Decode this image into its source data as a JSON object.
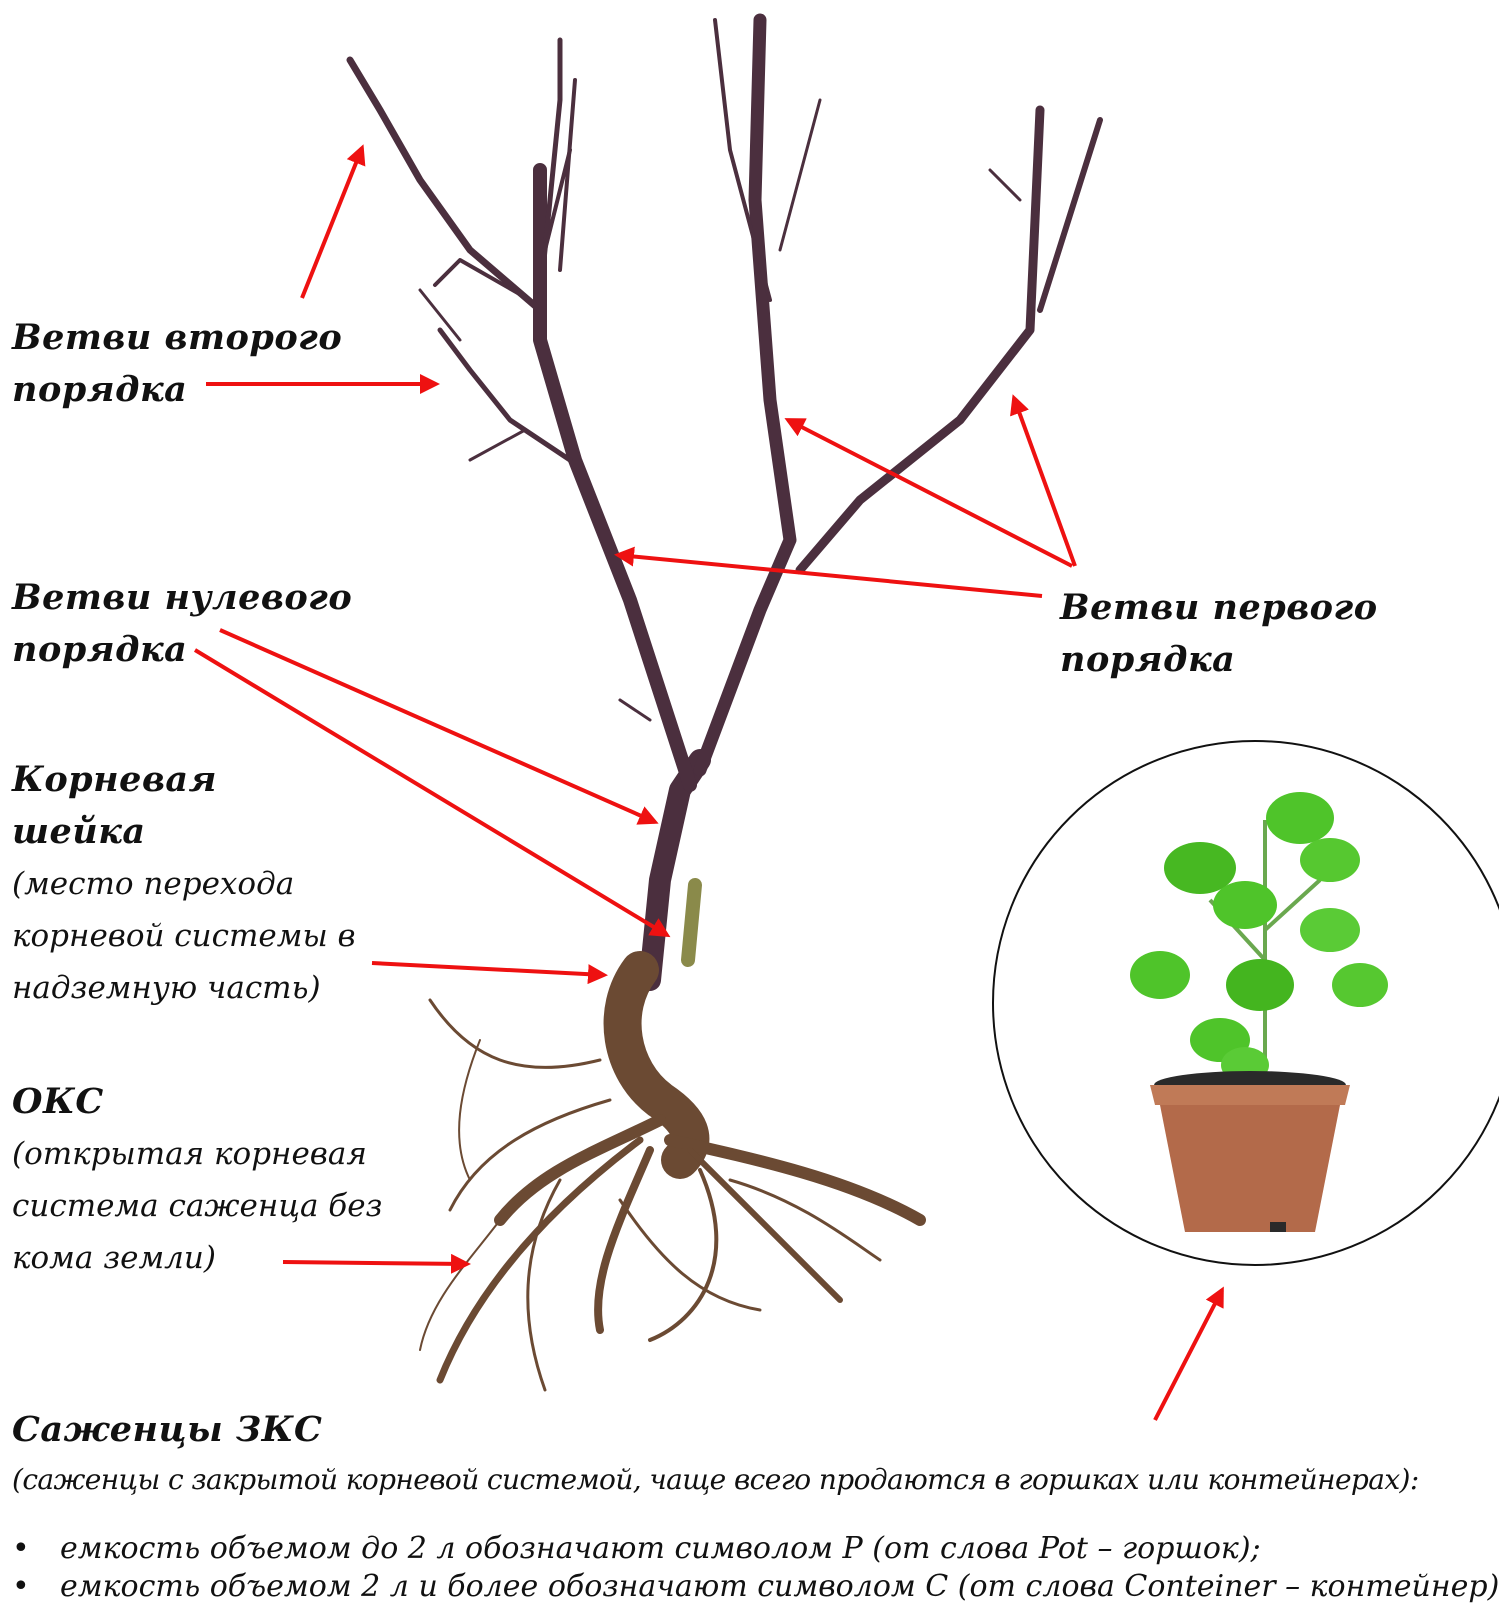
{
  "labels": {
    "second_order": {
      "line1": "Ветви второго",
      "line2": "порядка"
    },
    "zero_order": {
      "line1": "Ветви нулевого",
      "line2": "порядка"
    },
    "first_order": {
      "line1": "Ветви первого",
      "line2": "порядка"
    },
    "root_collar": {
      "line1": "Корневая",
      "line2": "шейка",
      "desc1": "(место перехода",
      "desc2": "корневой системы в",
      "desc3": "надземную часть)"
    },
    "oks": {
      "title": "ОКС",
      "desc1": "(открытая корневая",
      "desc2": "система саженца без",
      "desc3": "кома земли)"
    },
    "zks": {
      "title": "Саженцы ЗКС",
      "desc": "(саженцы с закрытой корневой системой, чаще всего продаются в горшках или контейнерах):"
    }
  },
  "bullets": [
    "емкость объемом до 2 л обозначают символом P (от слова Pot – горшок);",
    "емкость объемом 2 л и более обозначают символом C (от слова Conteiner – контейнер)"
  ],
  "colors": {
    "arrow": "#ee1111",
    "bark": "#4b2f3e",
    "root": "#6b4a33",
    "leaf": "#4fc42a",
    "pot": "#b36a4a"
  }
}
